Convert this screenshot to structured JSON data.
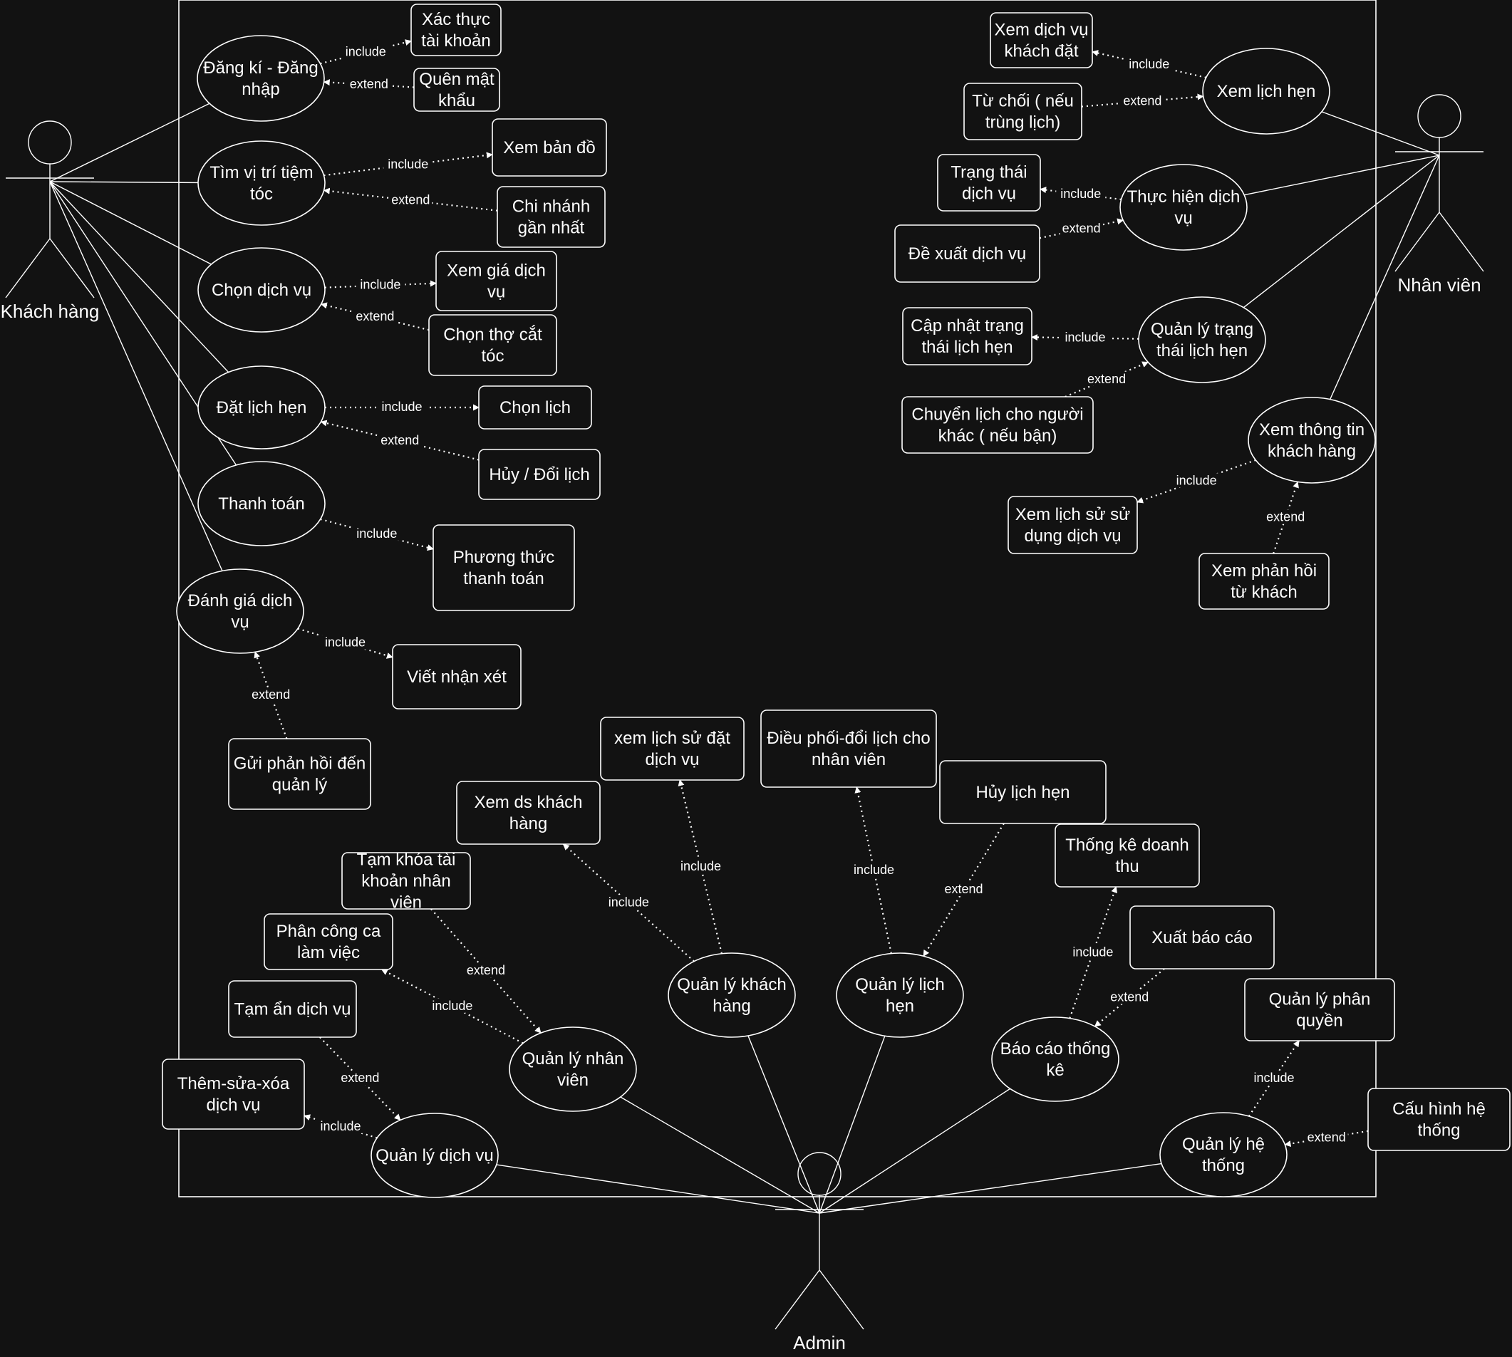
{
  "actors": {
    "customer": "Khách hàng",
    "staff": "Nhân viên",
    "admin": "Admin"
  },
  "relation_labels": {
    "include": "include",
    "extend": "extend"
  },
  "use_cases": {
    "dang_ki": "Đăng kí - Đăng nhập",
    "tim_vi_tri": "Tìm vị trí tiệm tóc",
    "chon_dich_vu": "Chọn dịch vụ",
    "dat_lich_hen": "Đặt lịch hẹn",
    "thanh_toan": "Thanh toán",
    "danh_gia": "Đánh giá dịch vụ",
    "xem_lich_hen": "Xem lịch hẹn",
    "thuc_hien_dv": "Thực hiện dịch vụ",
    "ql_trang_thai": "Quản lý trạng thái lịch hẹn",
    "xem_thong_tin_kh": "Xem thông tin khách hàng",
    "ql_dich_vu": "Quản lý dịch vụ",
    "ql_nhan_vien": "Quản lý nhân viên",
    "ql_khach_hang": "Quản lý khách hàng",
    "ql_lich_hen": "Quản lý lịch hẹn",
    "bao_cao": "Báo cáo thống kê",
    "ql_he_thong": "Quản lý hệ thống"
  },
  "boxes": {
    "xac_thuc": "Xác thực tài khoản",
    "quen_mk": "Quên mật khẩu",
    "xem_ban_do": "Xem bản đồ",
    "chi_nhanh": "Chi nhánh gần nhất",
    "xem_gia": "Xem giá dịch vụ",
    "chon_tho": "Chọn thợ cắt tóc",
    "chon_lich": "Chọn lịch",
    "huy_doi": "Hủy / Đổi lịch",
    "phuong_thuc": "Phương thức thanh toán",
    "viet_nx": "Viết nhận xét",
    "gui_ph": "Gửi phản hồi đến quản lý",
    "xem_dv_dat": "Xem dịch vụ khách đặt",
    "tu_choi": "Từ chối ( nếu trùng lịch)",
    "trang_thai_dv": "Trạng thái dịch vụ",
    "de_xuat": "Đề xuất dịch vụ",
    "cap_nhat": "Cập nhật trạng thái lịch hẹn",
    "chuyen_lich": "Chuyển lịch cho người khác ( nếu bận)",
    "xem_ls_dv": "Xem lịch sử sử dụng dịch vụ",
    "xem_ph": "Xem phản hồi từ khách",
    "them_sua_xoa": "Thêm-sửa-xóa dịch vụ",
    "tam_an": "Tạm ẩn dịch vụ",
    "phan_cong": "Phân công ca làm việc",
    "tam_khoa": "Tạm khóa tài khoản nhân viên",
    "xem_ds_kh": "Xem ds khách hàng",
    "xem_ls_dat": "xem lịch sử đặt dịch vụ",
    "dieu_phoi": "Điều phối-đổi lịch cho nhân viên",
    "huy_lich": "Hủy lịch hẹn",
    "thong_ke": "Thống kê doanh thu",
    "xuat_bc": "Xuất báo cáo",
    "ql_phan_quyen": "Quản lý phân quyền",
    "cau_hinh": "Cấu hình hệ thống"
  }
}
